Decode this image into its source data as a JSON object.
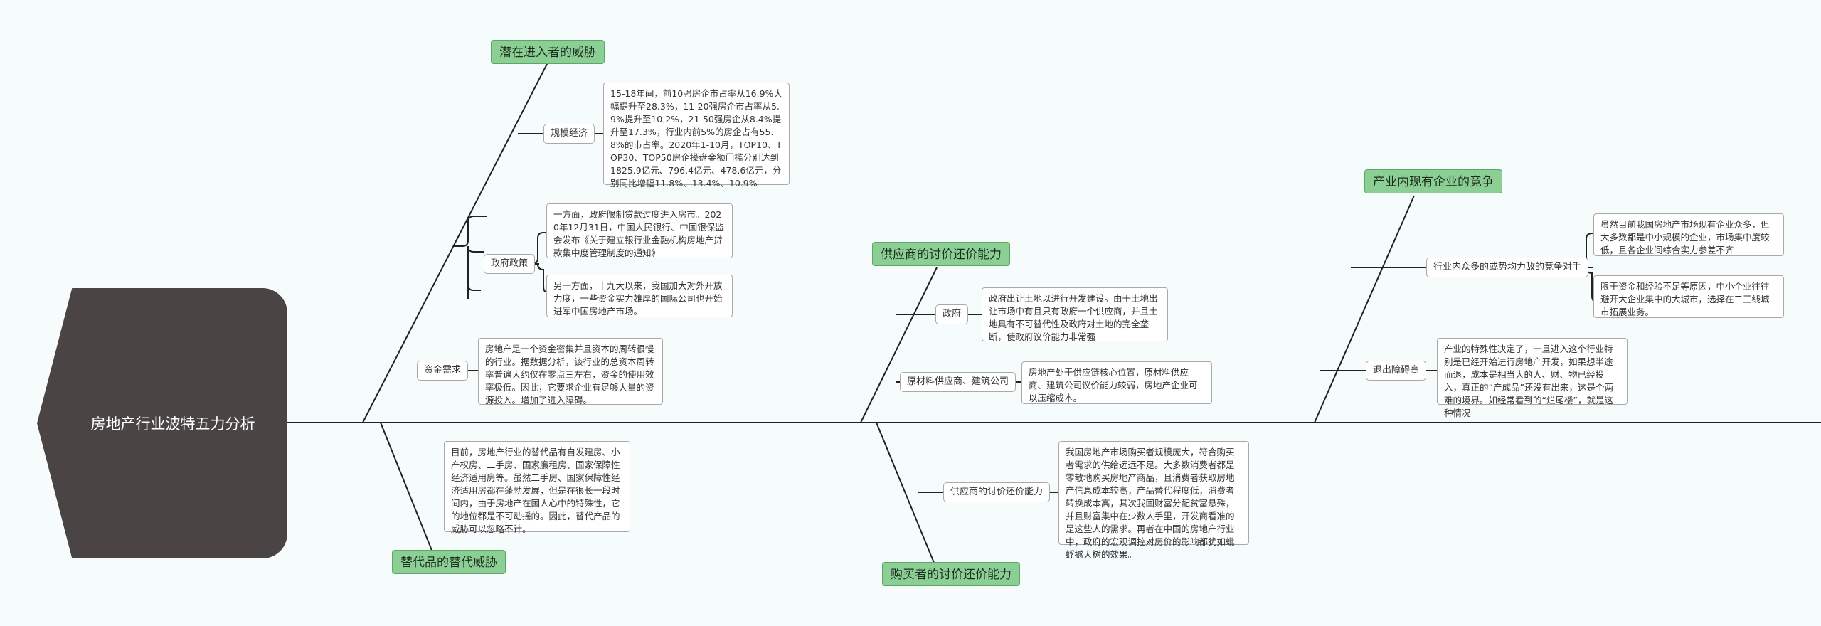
{
  "root": {
    "title": "房地产行业波特五力分析"
  },
  "branches": {
    "potential_entrants": {
      "label": "潜在进入者的威胁",
      "economies_of_scale": {
        "label": "规模经济",
        "text": "15-18年间，前10强房企市占率从16.9%大幅提升至28.3%，11-20强房企市占率从5.9%提升至10.2%，21-50强房企从8.4%提升至17.3%，行业内前5%的房企占有55.8%的市占率。2020年1-10月，TOP10、TOP30、TOP50房企操盘金额门槛分别达到1825.9亿元、796.4亿元、478.6亿元，分别同比增幅11.8%、13.4%、10.9%"
      },
      "government_policy": {
        "label": "政府政策",
        "text1": "一方面，政府限制贷款过度进入房市。2020年12月31日，中国人民银行、中国银保监会发布《关于建立银行业金融机构房地产贷款集中度管理制度的通知》",
        "text2": "另一方面，十九大以来，我国加大对外开放力度，一些资金实力雄厚的国际公司也开始进军中国房地产市场。"
      },
      "capital_requirement": {
        "label": "资金需求",
        "text": "房地产是一个资金密集并且资本的周转很慢的行业。据数据分析，该行业的总资本周转率普遍大约仅在零点三左右，资金的使用效率极低。因此，它要求企业有足够大量的资源投入。增加了进入障碍。"
      }
    },
    "substitutes": {
      "label": "替代品的替代威胁",
      "text": "目前，房地产行业的替代品有自发建房、小产权房、二手房、国家廉租房、国家保障性经济适用房等。虽然二手房、国家保障性经济适用房都在蓬勃发展，但是在很长一段时间内，由于房地产在国人心中的特殊性，它的地位都是不可动摇的。因此，替代产品的威胁可以忽略不计。"
    },
    "suppliers": {
      "label": "供应商的讨价还价能力",
      "government": {
        "label": "政府",
        "text": "政府出让土地以进行开发建设。由于土地出让市场中有且只有政府一个供应商，并且土地具有不可替代性及政府对土地的完全垄断，使政府议价能力非常强"
      },
      "raw_material": {
        "label": "原材料供应商、建筑公司",
        "text": "房地产处于供应链核心位置，原材料供应商、建筑公司议价能力较弱，房地产企业可以压缩成本。"
      }
    },
    "buyers": {
      "label": "购买者的讨价还价能力",
      "sub_label": "供应商的讨价还价能力",
      "text": "我国房地产市场购买者规模庞大，符合购买者需求的供给远远不足。大多数消费者都是零散地购买房地产商品，且消费者获取房地产信息成本较高，产品替代程度低，消费者转换成本高，其次我国财富分配贫富悬殊，并且财富集中在少数人手里，开发商看准的是这些人的需求。再者在中国的房地产行业中，政府的宏观调控对房价的影响都犹如蚍蜉撼大树的效果。"
    },
    "rivalry": {
      "label": "产业内现有企业的竞争",
      "competitors": {
        "label": "行业内众多的或势均力敌的竞争对手",
        "text1": "虽然目前我国房地产市场现有企业众多，但大多数都是中小规模的企业，市场集中度较低，且各企业间综合实力参差不齐",
        "text2": "限于资金和经验不足等原因，中小企业往往避开大企业集中的大城市，选择在二三线城市拓展业务。"
      },
      "exit_barrier": {
        "label": "退出障碍高",
        "text": "产业的特殊性决定了，一旦进入这个行业特别是已经开始进行房地产开发，如果想半途而退，成本是相当大的人、财、物已经投入，真正的“产成品”还没有出来，这是个两难的境界。如经常看到的“烂尾楼”，就是这种情况"
      }
    }
  },
  "colors": {
    "head": "#4a4444",
    "category_fill": "#8ccf95",
    "category_border": "#5ba866",
    "line": "#222222",
    "background": "#f6fbfb"
  }
}
